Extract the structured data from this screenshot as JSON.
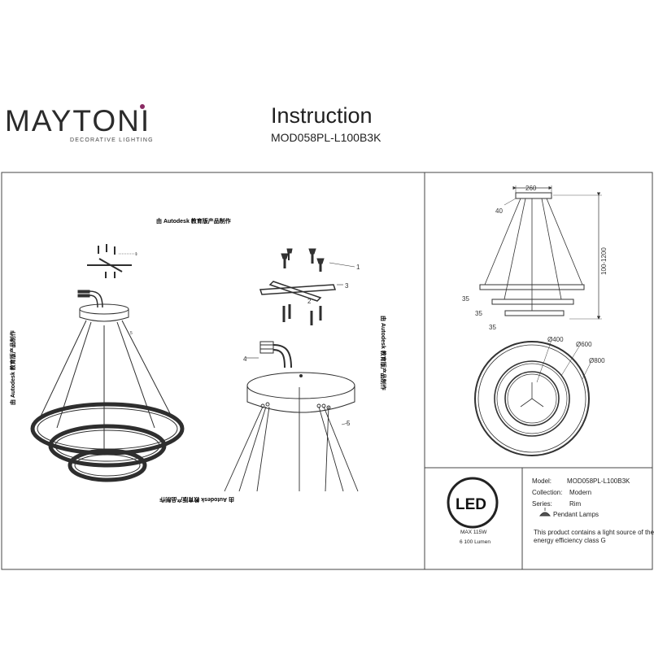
{
  "brand": {
    "name_before_dot": "MAYTON",
    "name_after_dot": "I",
    "tagline": "DECORATIVE LIGHTING"
  },
  "header": {
    "title": "Instruction",
    "model_code": "MOD058PL-L100B3K"
  },
  "assembly": {
    "watermark": "由 Autodesk 教育版产品制作",
    "callouts": [
      "1",
      "2",
      "3",
      "4",
      "5"
    ]
  },
  "dimensions": {
    "canopy_width": "260",
    "canopy_height": "40",
    "drop": "100-1200",
    "ring_heights": [
      "35",
      "35",
      "35"
    ],
    "diameters": [
      "Ø400",
      "Ø600",
      "Ø800"
    ]
  },
  "badge": {
    "led_label": "LED",
    "max_power": "MAX 115W",
    "lumen": "6 100 Lumen"
  },
  "spec": {
    "model_label": "Model:",
    "model_value": "MOD058PL-L100B3K",
    "collection_label": "Collection:",
    "collection_value": "Modern",
    "series_label": "Series:",
    "series_value": "Rim",
    "type_value": "Pendant Lamps",
    "energy_note_line1": "This product contains a light source of the",
    "energy_note_line2": "energy efficiency class G"
  },
  "colors": {
    "accent_dot": "#8a2a63",
    "line": "#333333",
    "frame": "#444444"
  }
}
